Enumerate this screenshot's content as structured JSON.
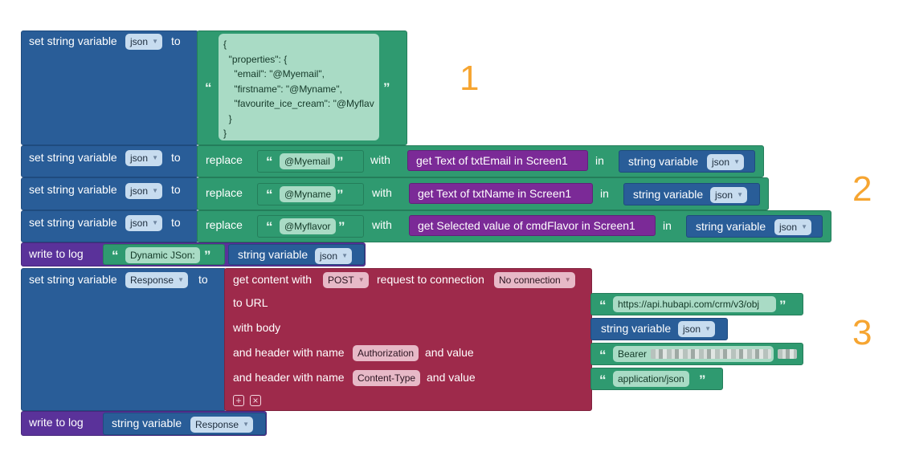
{
  "blocks": {
    "b1": {
      "label": "set string variable",
      "var": "json",
      "to": "to",
      "text": "{\n  \"properties\": {\n    \"email\": \"@Myemail\",\n    \"firstname\": \"@Myname\",\n    \"favourite_ice_cream\": \"@Myflav\n  }\n}"
    },
    "b2": {
      "label": "set string variable",
      "var": "json",
      "to": "to",
      "replace": "replace",
      "find": "@Myemail",
      "with": "with",
      "get": "get Text of txtEmail in Screen1",
      "in": "in",
      "sv_label": "string variable",
      "sv_var": "json"
    },
    "b3": {
      "label": "set string variable",
      "var": "json",
      "to": "to",
      "replace": "replace",
      "find": "@Myname",
      "with": "with",
      "get": "get Text of txtName in Screen1",
      "in": "in",
      "sv_label": "string variable",
      "sv_var": "json"
    },
    "b4": {
      "label": "set string variable",
      "var": "json",
      "to": "to",
      "replace": "replace",
      "find": "@Myflavor",
      "with": "with",
      "get": "get Selected value of cmdFlavor in Screen1",
      "in": "in",
      "sv_label": "string variable",
      "sv_var": "json"
    },
    "b5": {
      "label": "write to log",
      "text": "Dynamic JSon:",
      "sv_label": "string variable",
      "sv_var": "json"
    },
    "b6": {
      "label": "set string variable",
      "var": "Response",
      "to": "to",
      "get_content": "get content with",
      "method": "POST",
      "request": "request to connection",
      "connection": "No connection",
      "to_url": "to URL",
      "url": "https://api.hubapi.com/crm/v3/obj",
      "with_body": "with body",
      "body_label": "string variable",
      "body_var": "json",
      "header_prefix": "and header with name",
      "header_value": "and value",
      "header1_name": "Authorization",
      "header1_value": "Bearer",
      "header2_name": "Content-Type",
      "header2_value": "application/json"
    },
    "b7": {
      "label": "write to log",
      "sv_label": "string variable",
      "sv_var": "Response"
    }
  },
  "annotations": [
    "1",
    "2",
    "3"
  ],
  "quote_open": "“",
  "quote_close": "”",
  "colors": {
    "variables": "#295d98",
    "text": "#2f9a70",
    "component": "#7b2a97",
    "log": "#5a329a",
    "http": "#9e2a4b",
    "annotation": "#f6a531"
  }
}
